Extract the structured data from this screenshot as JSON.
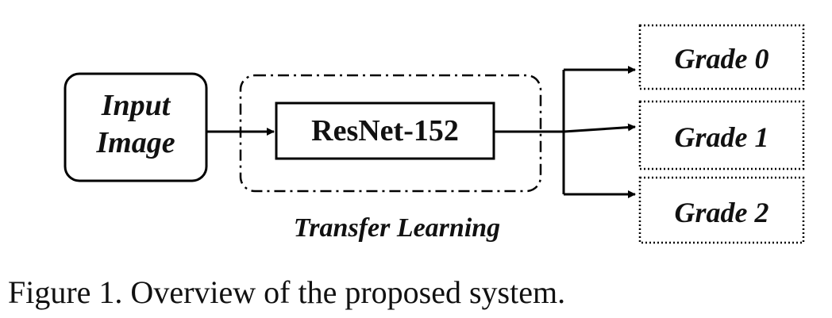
{
  "diagram": {
    "input_node": {
      "line1": "Input",
      "line2": "Image"
    },
    "model_node": {
      "label": "ResNet-152"
    },
    "group_label": "Transfer Learning",
    "outputs": [
      {
        "label": "Grade 0"
      },
      {
        "label": "Grade 1"
      },
      {
        "label": "Grade 2"
      }
    ]
  },
  "caption": "Figure 1. Overview of the proposed system."
}
